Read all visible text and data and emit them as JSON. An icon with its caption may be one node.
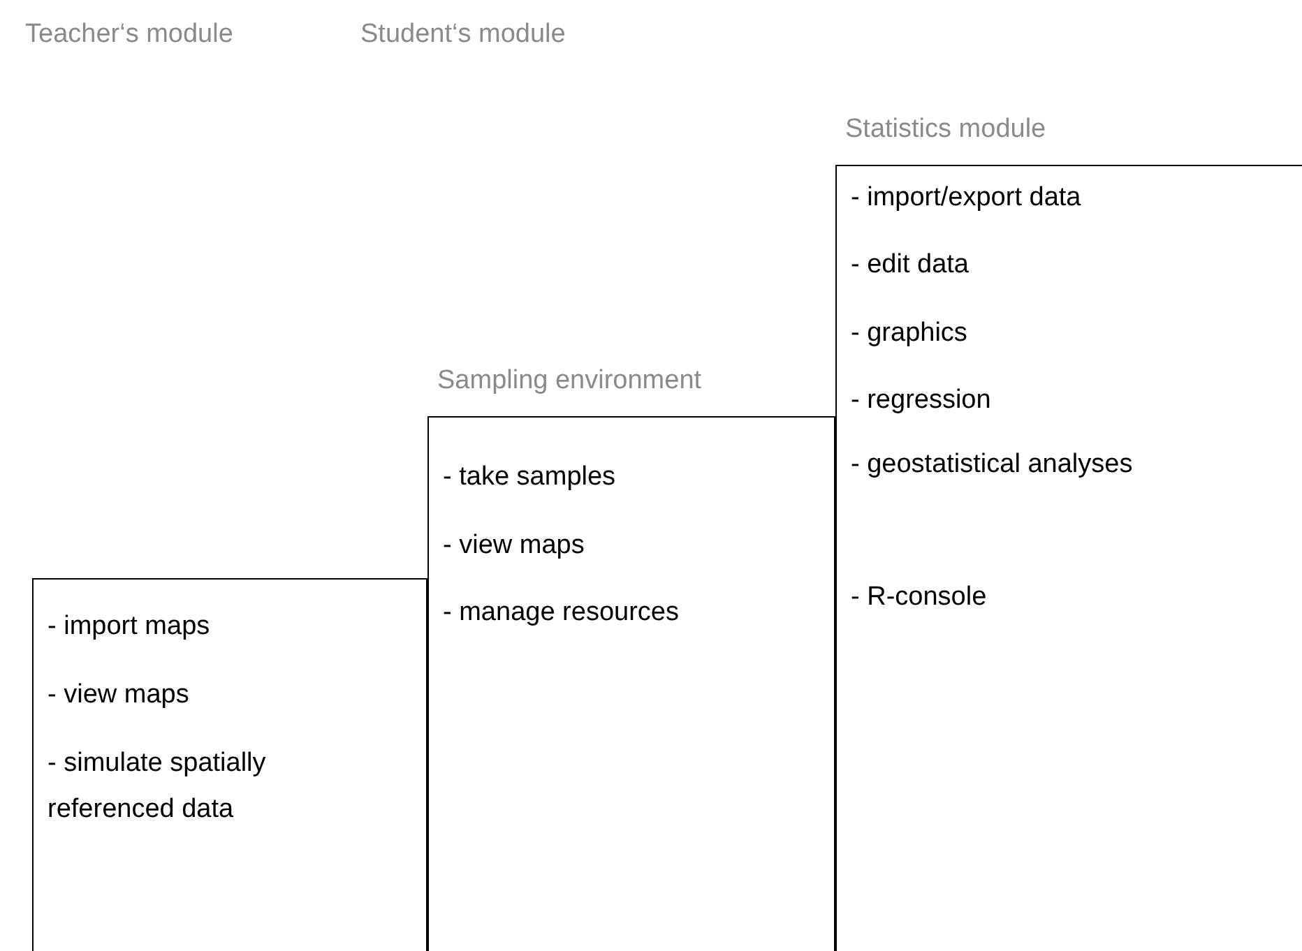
{
  "diagram": {
    "nodes": [
      {
        "text": [
          "- import maps",
          "- view maps",
          "- simulate spatially referenced data"
        ]
      },
      {
        "text": [
          "Sampling environment",
          "- take samples",
          "- view maps",
          "- manage resources"
        ]
      },
      {
        "text": [
          "Statistics module",
          "- import/export data",
          "- edit data",
          "- graphics",
          "- regression",
          "- geostatistical analyses",
          "- R-console"
        ]
      }
    ],
    "edges": [],
    "labels": [
      "Teacher‘s module",
      "Student‘s module"
    ]
  }
}
